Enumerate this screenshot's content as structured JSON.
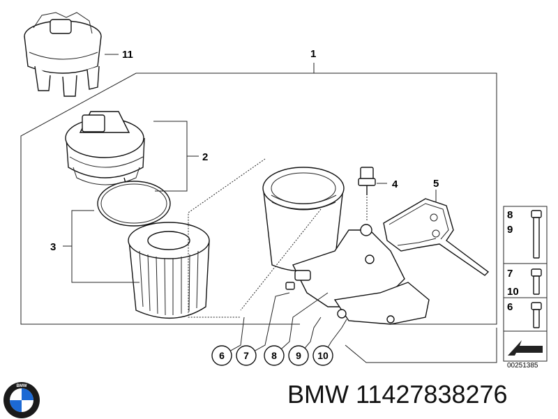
{
  "diagram": {
    "callouts": {
      "c1": "1",
      "c2": "2",
      "c3": "3",
      "c4": "4",
      "c5": "5",
      "c11": "11"
    },
    "circled": [
      "6",
      "7",
      "8",
      "9",
      "10"
    ],
    "legend": {
      "r1a": "8",
      "r1b": "9",
      "r2a": "7",
      "r2b": "10",
      "r3a": "6"
    },
    "ref_number": "00251385"
  },
  "footer": {
    "brand_text": "BMW 11427838276",
    "logo_text": "BMW"
  },
  "icons": [
    "bmw-logo-icon",
    "arrow-icon"
  ]
}
